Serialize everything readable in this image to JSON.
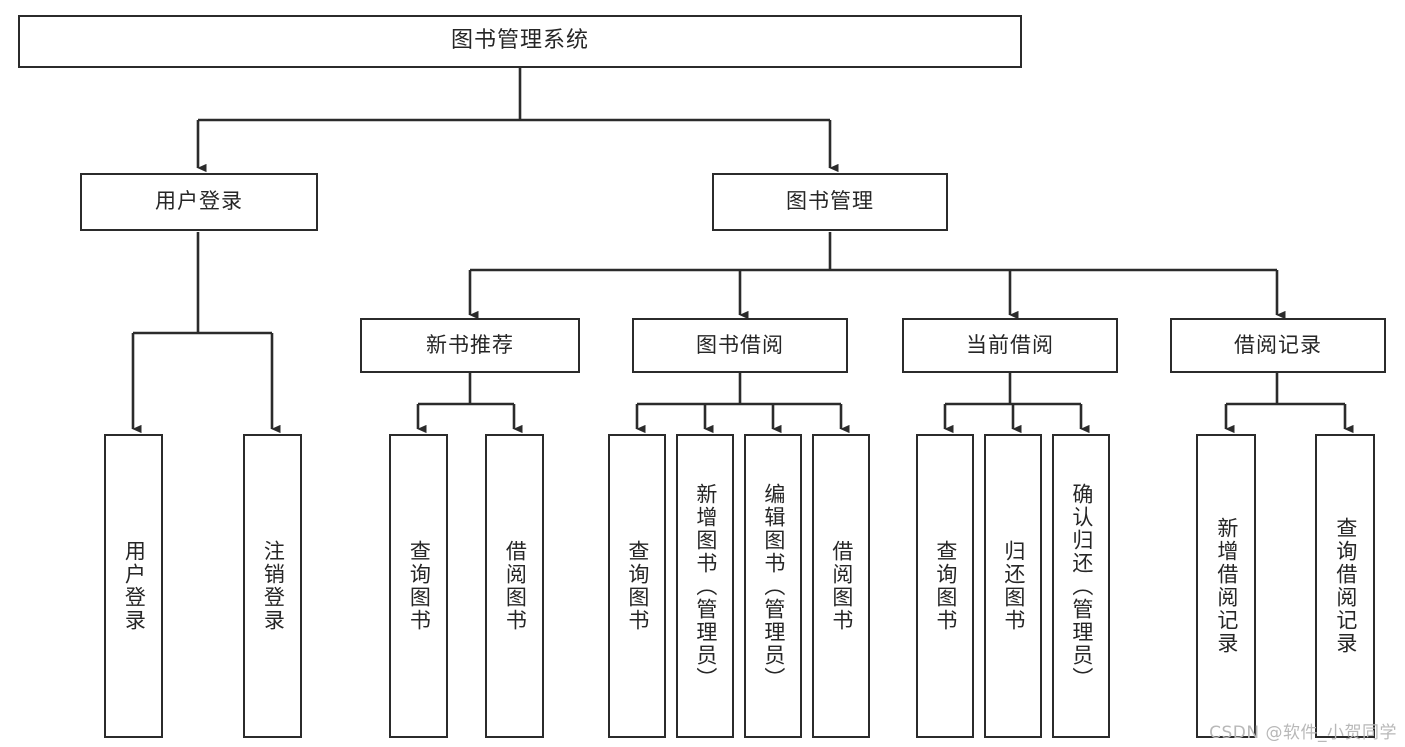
{
  "diagram": {
    "title": "图书管理系统",
    "type": "tree",
    "orientation": "top-down",
    "style": {
      "box_border_color": "#2b2b2b",
      "box_fill_color": "#ffffff",
      "line_color": "#2b2b2b",
      "text_color": "#262626",
      "background_color": "#ffffff"
    }
  },
  "nodes": {
    "root": {
      "label": "图书管理系统",
      "level": 0,
      "orientation": "horizontal"
    },
    "level1": [
      {
        "id": "user-login",
        "label": "用户登录",
        "orientation": "horizontal"
      },
      {
        "id": "book-manage",
        "label": "图书管理",
        "orientation": "horizontal"
      }
    ],
    "level2": [
      {
        "id": "new-book-recommend",
        "label": "新书推荐",
        "orientation": "horizontal",
        "parent": "book-manage"
      },
      {
        "id": "book-borrow",
        "label": "图书借阅",
        "orientation": "horizontal",
        "parent": "book-manage"
      },
      {
        "id": "current-borrow",
        "label": "当前借阅",
        "orientation": "horizontal",
        "parent": "book-manage"
      },
      {
        "id": "borrow-record",
        "label": "借阅记录",
        "orientation": "horizontal",
        "parent": "book-manage"
      }
    ],
    "leaves": [
      {
        "id": "leaf-user-login",
        "label": "用户登录",
        "parent": "user-login"
      },
      {
        "id": "leaf-logout-login",
        "label": "注销登录",
        "parent": "user-login"
      },
      {
        "id": "leaf-query-book-1",
        "label": "查询图书",
        "parent": "new-book-recommend"
      },
      {
        "id": "leaf-borrow-book-1",
        "label": "借阅图书",
        "parent": "new-book-recommend"
      },
      {
        "id": "leaf-query-book-2",
        "label": "查询图书",
        "parent": "book-borrow"
      },
      {
        "id": "leaf-add-book",
        "label": "新增图书（管理员）",
        "parent": "book-borrow"
      },
      {
        "id": "leaf-edit-book",
        "label": "编辑图书（管理员）",
        "parent": "book-borrow"
      },
      {
        "id": "leaf-borrow-book-2",
        "label": "借阅图书",
        "parent": "book-borrow"
      },
      {
        "id": "leaf-query-book-3",
        "label": "查询图书",
        "parent": "current-borrow"
      },
      {
        "id": "leaf-return-book",
        "label": "归还图书",
        "parent": "current-borrow"
      },
      {
        "id": "leaf-confirm-return",
        "label": "确认归还（管理员）",
        "parent": "current-borrow"
      },
      {
        "id": "leaf-add-record",
        "label": "新增借阅记录",
        "parent": "borrow-record"
      },
      {
        "id": "leaf-query-record",
        "label": "查询借阅记录",
        "parent": "borrow-record"
      }
    ]
  },
  "watermark": {
    "text": "CSDN @软件_小贺同学"
  }
}
